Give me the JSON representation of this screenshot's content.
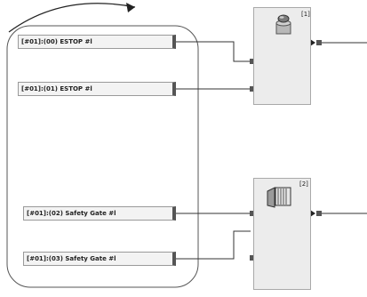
{
  "inputs": [
    {
      "label": "[#01]:(00) ESTOP #l"
    },
    {
      "label": "[#01]:(01) ESTOP #l"
    },
    {
      "label": "[#01]:(02) Safety Gate #l"
    },
    {
      "label": "[#01]:(03) Safety Gate #l"
    }
  ],
  "blocks": [
    {
      "number": "[1]",
      "icon": "estop-pushbutton-icon"
    },
    {
      "number": "[2]",
      "icon": "safety-gate-icon"
    }
  ]
}
